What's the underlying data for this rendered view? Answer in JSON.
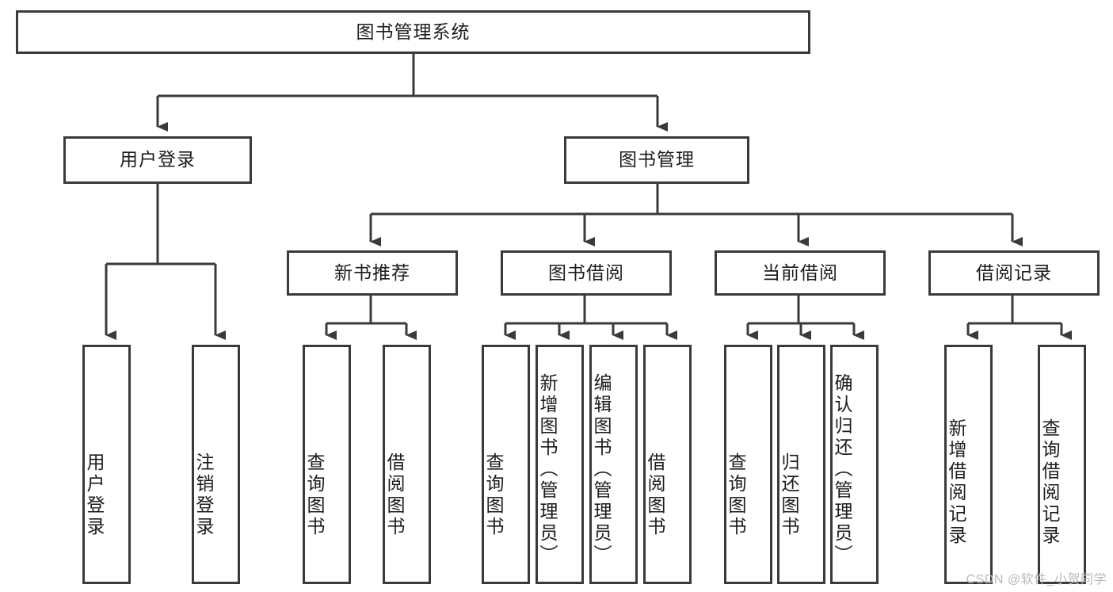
{
  "diagram": {
    "title": "图书管理系统",
    "watermark": "CSDN @软件_小贺同学",
    "colors": {
      "stroke": "#3a3a3a",
      "background": "#ffffff",
      "text": "#1c1c1c",
      "watermark": "#b9b9b9"
    },
    "nodes": {
      "root": {
        "label": "图书管理系统",
        "orientation": "horizontal"
      },
      "user_login": {
        "label": "用户登录",
        "orientation": "horizontal"
      },
      "book_manage": {
        "label": "图书管理",
        "orientation": "horizontal"
      },
      "new_book_rec": {
        "label": "新书推荐",
        "orientation": "horizontal"
      },
      "book_borrow": {
        "label": "图书借阅",
        "orientation": "horizontal"
      },
      "current_borrow": {
        "label": "当前借阅",
        "orientation": "horizontal"
      },
      "borrow_record": {
        "label": "借阅记录",
        "orientation": "horizontal"
      },
      "leaf_user_login": {
        "label": "用户登录",
        "orientation": "vertical"
      },
      "leaf_logout": {
        "label": "注销登录",
        "orientation": "vertical"
      },
      "leaf_query_book_1": {
        "label": "查询图书",
        "orientation": "vertical"
      },
      "leaf_borrow_book_1": {
        "label": "借阅图书",
        "orientation": "vertical"
      },
      "leaf_query_book_2": {
        "label": "查询图书",
        "orientation": "vertical"
      },
      "leaf_add_book": {
        "label": "新增图书（管理员）",
        "orientation": "vertical"
      },
      "leaf_edit_book": {
        "label": "编辑图书（管理员）",
        "orientation": "vertical"
      },
      "leaf_borrow_book_2": {
        "label": "借阅图书",
        "orientation": "vertical"
      },
      "leaf_query_book_3": {
        "label": "查询图书",
        "orientation": "vertical"
      },
      "leaf_return_book": {
        "label": "归还图书",
        "orientation": "vertical"
      },
      "leaf_confirm_return": {
        "label": "确认归还（管理员）",
        "orientation": "vertical"
      },
      "leaf_add_record": {
        "label": "新增借阅记录",
        "orientation": "vertical"
      },
      "leaf_query_record": {
        "label": "查询借阅记录",
        "orientation": "vertical"
      }
    }
  },
  "chart_data": {
    "type": "diagram",
    "subtype": "tree-hierarchy",
    "title": "图书管理系统",
    "orientation": "top-down",
    "levels": 4,
    "tree": {
      "label": "图书管理系统",
      "children": [
        {
          "label": "用户登录",
          "children": [
            {
              "label": "用户登录",
              "children": []
            },
            {
              "label": "注销登录",
              "children": []
            }
          ]
        },
        {
          "label": "图书管理",
          "children": [
            {
              "label": "新书推荐",
              "children": [
                {
                  "label": "查询图书",
                  "children": []
                },
                {
                  "label": "借阅图书",
                  "children": []
                }
              ]
            },
            {
              "label": "图书借阅",
              "children": [
                {
                  "label": "查询图书",
                  "children": []
                },
                {
                  "label": "新增图书（管理员）",
                  "children": []
                },
                {
                  "label": "编辑图书（管理员）",
                  "children": []
                },
                {
                  "label": "借阅图书",
                  "children": []
                }
              ]
            },
            {
              "label": "当前借阅",
              "children": [
                {
                  "label": "查询图书",
                  "children": []
                },
                {
                  "label": "归还图书",
                  "children": []
                },
                {
                  "label": "确认归还（管理员）",
                  "children": []
                }
              ]
            },
            {
              "label": "借阅记录",
              "children": [
                {
                  "label": "新增借阅记录",
                  "children": []
                },
                {
                  "label": "查询借阅记录",
                  "children": []
                }
              ]
            }
          ]
        }
      ]
    }
  }
}
